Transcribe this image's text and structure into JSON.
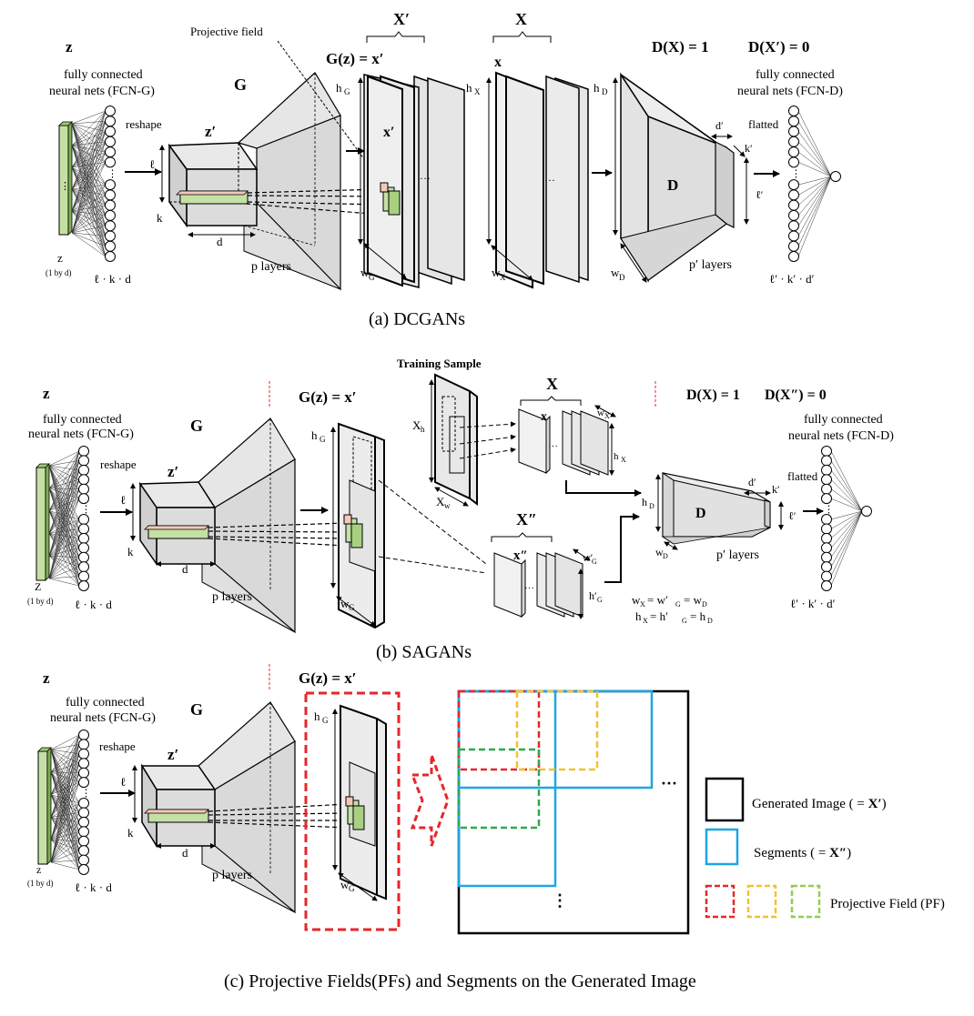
{
  "colors": {
    "face": "#e6e6e6",
    "faceDark": "#cfcfcf",
    "green": "#c5e0a5",
    "greenDark": "#7fae54",
    "pink": "#f2c9b8",
    "red": "#e8262a",
    "blue": "#1ba7e3",
    "yellow": "#f5c12e",
    "lime": "#8fce4f",
    "black": "#000000"
  },
  "labels": {
    "z": "z",
    "fcn_g": "fully connected",
    "fcn_g2": "neural nets (FCN-G)",
    "reshape": "reshape",
    "G": "G",
    "zprime": "z′",
    "z_small": "z",
    "one_by_d": "(1 by d)",
    "lkd": "ℓ · k · d",
    "l": "ℓ",
    "k": "k",
    "d": "d",
    "p_layers": "p layers",
    "hG": "h",
    "hG_sub": "G",
    "wG": "w",
    "wG_sub": "G",
    "Gz": "G(z) = x′",
    "xprime": "x′",
    "dots": "···",
    "Xprime_brace": "X′",
    "X_brace": "X",
    "x": "x",
    "hX": "h",
    "hX_sub": "X",
    "wX": "w",
    "wX_sub": "X",
    "hD": "h",
    "hD_sub": "D",
    "wD": "w",
    "wD_sub": "D",
    "D": "D",
    "pprime": "p′ layers",
    "dprime": "d′",
    "kprime": "k′",
    "lprime": "ℓ′",
    "DX1": "D(X) = 1",
    "DXp0": "D(X′) = 0",
    "DXpp0": "D(X″) = 0",
    "fcn_d": "fully connected",
    "fcn_d2": "neural nets (FCN-D)",
    "flatted": "flatted",
    "lkd_prime": "ℓ′ · k′ · d′",
    "projective_field": "Projective field",
    "caption_a": "(a) DCGANs",
    "caption_b": "(b) SAGANs",
    "caption_c": "(c) Projective Fields(PFs) and Segments on the Generated Image",
    "training_sample": "Training Sample",
    "Xh": "X",
    "Xh_sub": "h",
    "Xw": "X",
    "Xw_sub": "w",
    "Xpp": "X″",
    "xpp": "x″",
    "wpG": "w′",
    "wpG_sub": "G",
    "hpG": "h′",
    "hpG_sub": "G",
    "eq1": "w",
    "eq1_rest": "= w′",
    "eq1_rest2": "= w",
    "eq2": "h",
    "eq2_rest": "=  h′",
    "eq2_rest2": "= h",
    "zcap": "Z",
    "legend_gen": "Generated Image ( = X′)",
    "legend_gen_a": "Generated Image ( = ",
    "legend_gen_b": "X′",
    ")": ")",
    "legend_seg_a": "Segments ( = ",
    "legend_seg_b": "X″",
    "legend_pf": "Projective Field (PF)"
  }
}
